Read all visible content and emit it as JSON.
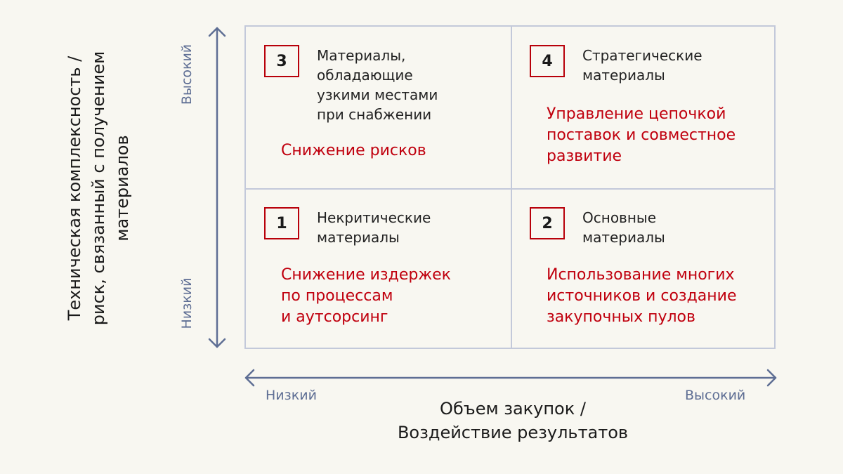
{
  "y_axis": {
    "title_lines": [
      "Техническая комплексность /",
      "риск, связанный с получением",
      "материалов"
    ],
    "high_label": "Высокий",
    "low_label": "Низкий"
  },
  "x_axis": {
    "title_lines": [
      "Объем закупок /",
      "Воздействие результатов"
    ],
    "low_label": "Низкий",
    "high_label": "Высокий"
  },
  "quadrants": {
    "q3": {
      "number": "3",
      "title": "Материалы,\nобладающие\nузкими местами\nпри снабжении",
      "strategy": "Снижение рисков"
    },
    "q4": {
      "number": "4",
      "title": "Стратегические\nматериалы",
      "strategy": "Управление цепочкой\nпоставок и совместное\nразвитие"
    },
    "q1": {
      "number": "1",
      "title": "Некритические\nматериалы",
      "strategy": "Снижение издержек\nпо процессам\nи аутсорсинг"
    },
    "q2": {
      "number": "2",
      "title": "Основные\nматериалы",
      "strategy": "Использование многих\nисточников и создание\nзакупочных пулов"
    }
  },
  "colors": {
    "accent_red": "#c0000e",
    "axis_blue": "#5e6e94",
    "grid_line": "#c3c9da",
    "background": "#f8f7f1"
  },
  "icons": [
    "double-arrow-vertical-icon",
    "double-arrow-horizontal-icon"
  ]
}
